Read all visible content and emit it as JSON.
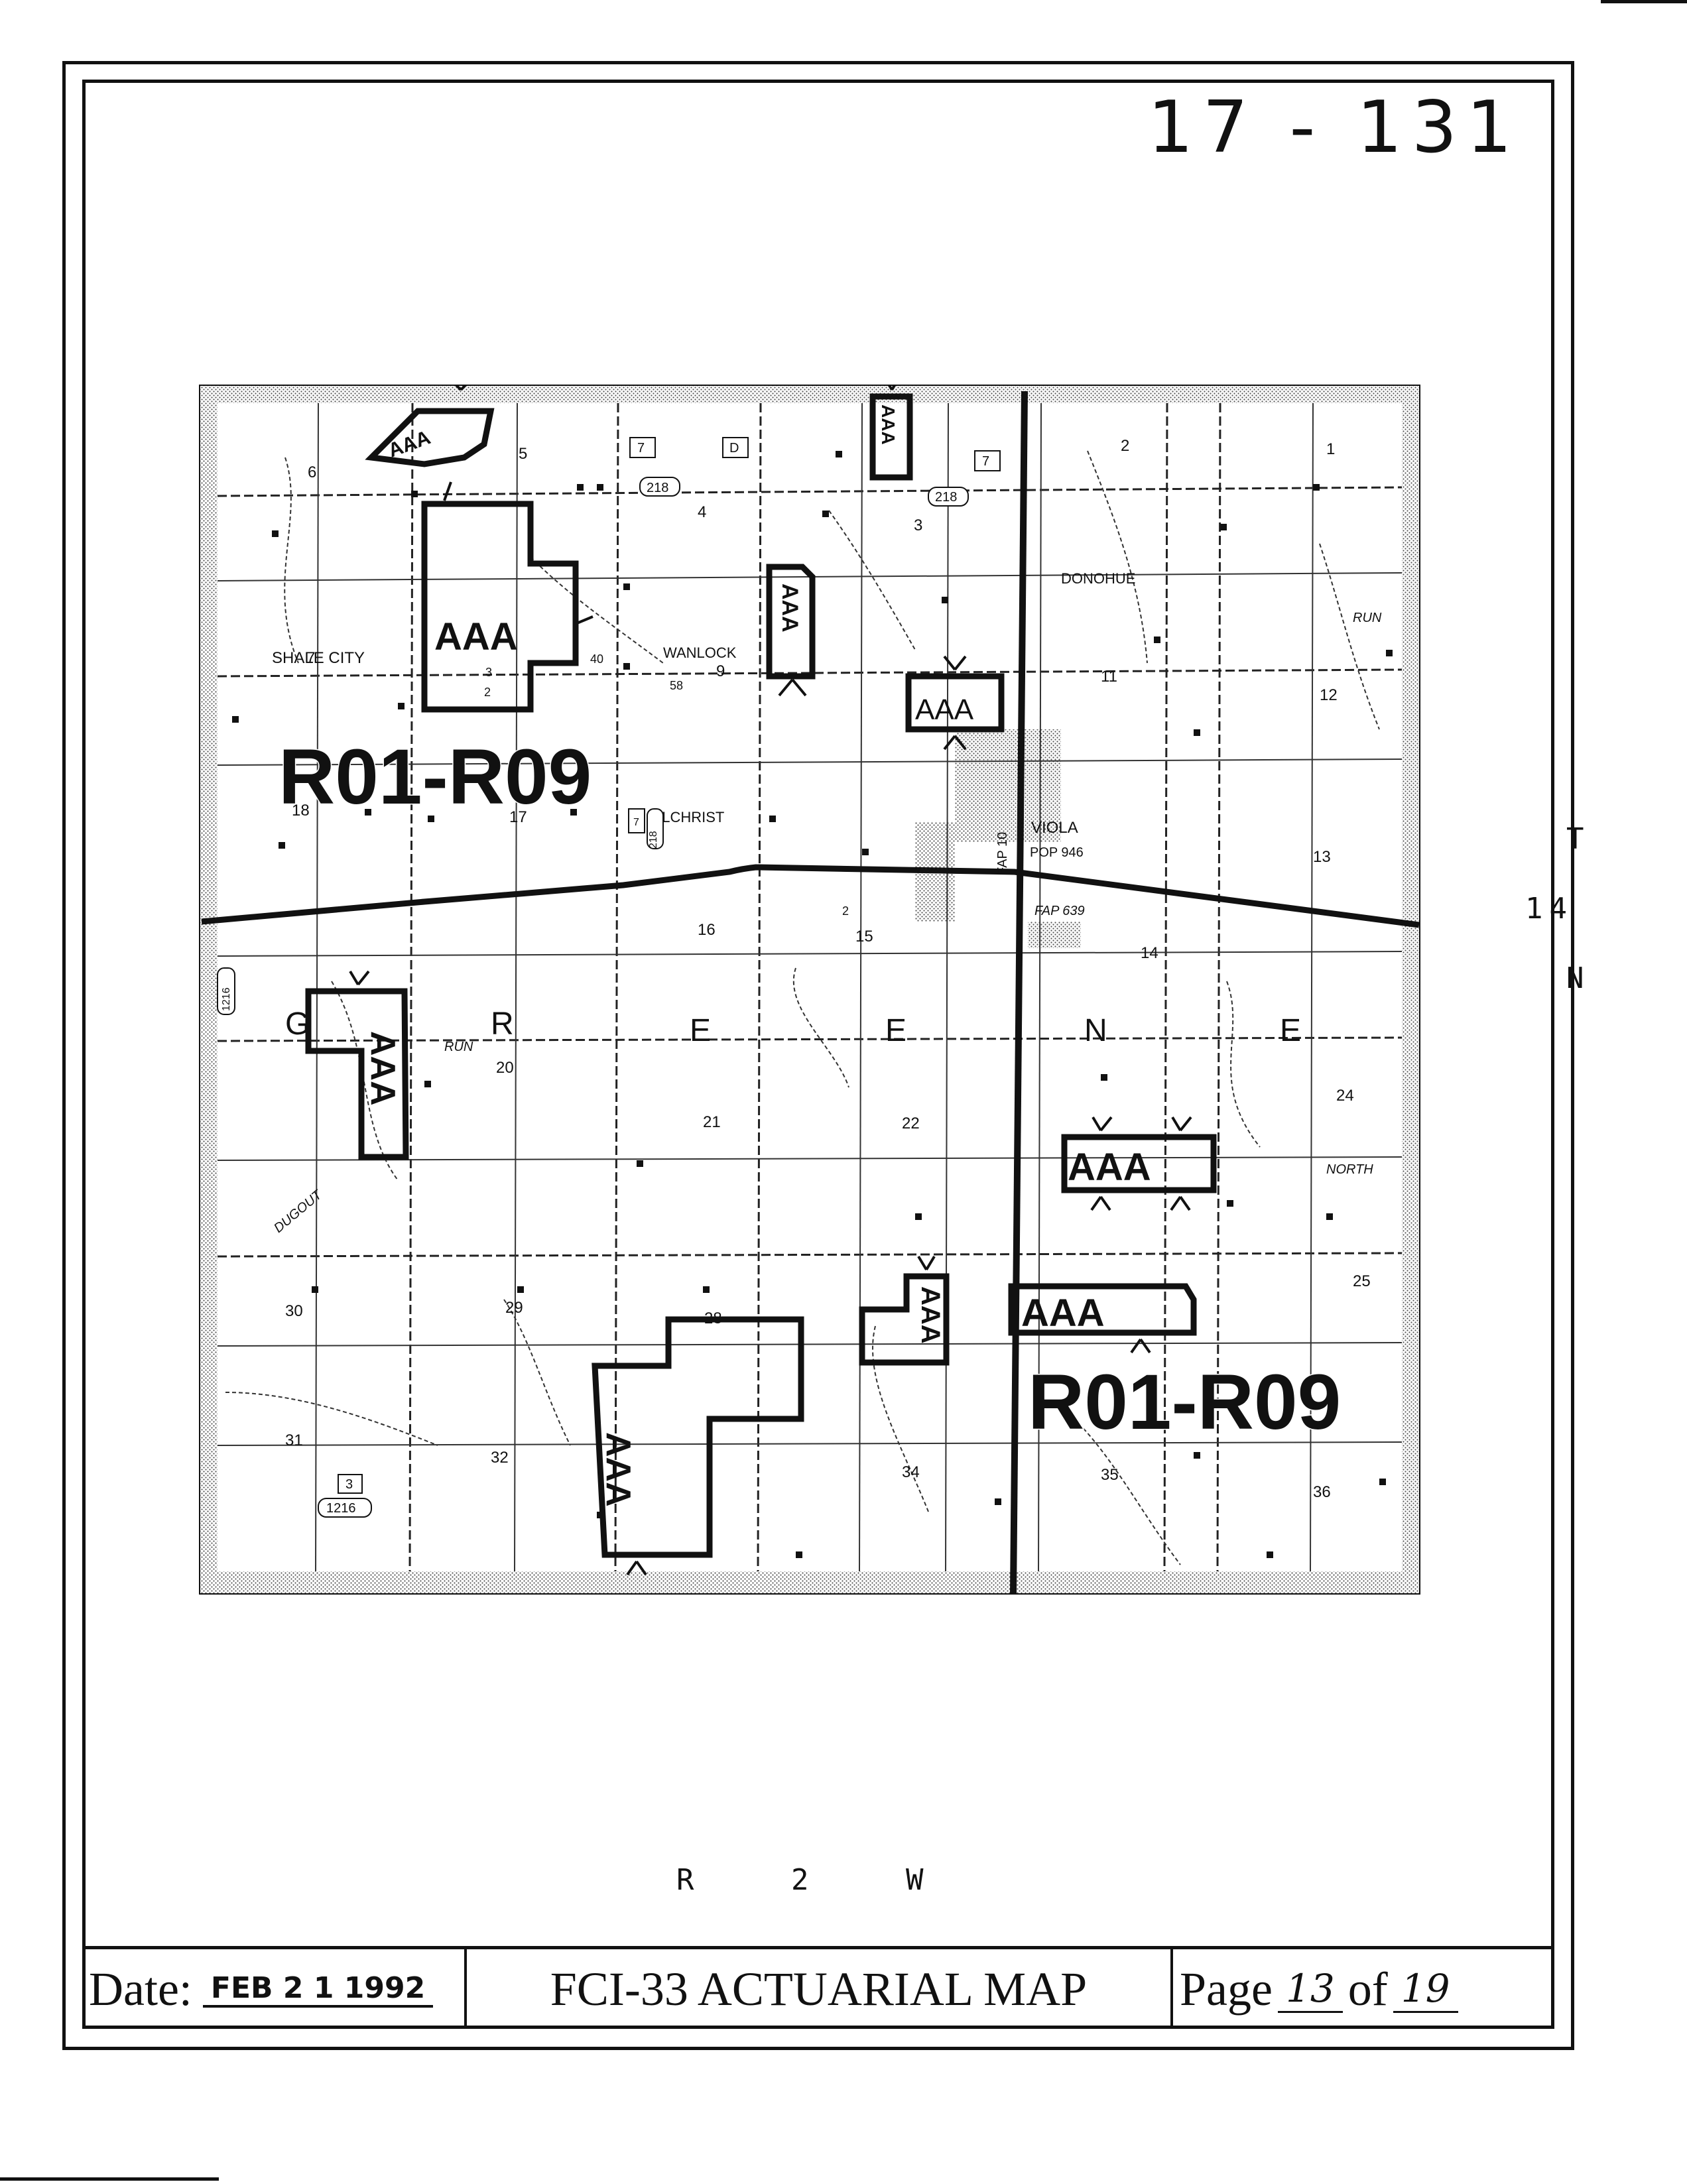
{
  "header": {
    "map_number": "17 - 131"
  },
  "map": {
    "labels": {
      "rating_zone": "R01-R09",
      "high_risk": "AAA",
      "township_letters": [
        "G",
        "R",
        "E",
        "E",
        "N",
        "E"
      ],
      "places": {
        "shale_city": "SHALE CITY",
        "wanlock": "WANLOCK",
        "gilchrist": "GILCHRIST",
        "viola": "VIOLA",
        "viola_pop": "POP 946",
        "donohue": "DONOHUE",
        "run_top": "RUN",
        "run_mid": "RUN",
        "dugout": "DUGOUT",
        "north": "NORTH",
        "fap10": "FAP 10",
        "fap639": "FAP 639"
      },
      "routes": [
        "7",
        "D",
        "218",
        "7",
        "218",
        "218",
        "7",
        "1216",
        "3",
        "1216"
      ],
      "sections": [
        "1",
        "2",
        "3",
        "4",
        "5",
        "6",
        "7",
        "9",
        "11",
        "12",
        "13",
        "14",
        "15",
        "16",
        "17",
        "18",
        "20",
        "21",
        "22",
        "24",
        "25",
        "28",
        "29",
        "30",
        "31",
        "32",
        "34",
        "35",
        "36"
      ],
      "small_numbers": [
        "2",
        "3",
        "40",
        "58",
        "2"
      ]
    },
    "side": {
      "township_t": "T",
      "township_num": "14",
      "township_n": "N"
    },
    "range": "R 2 W"
  },
  "footer": {
    "date_label": "Date:",
    "date_value": "FEB 2 1 1992",
    "title": "FCI-33 ACTUARIAL MAP",
    "page_label": "Page",
    "page_current": "13",
    "page_of": "of",
    "page_total": "19"
  }
}
